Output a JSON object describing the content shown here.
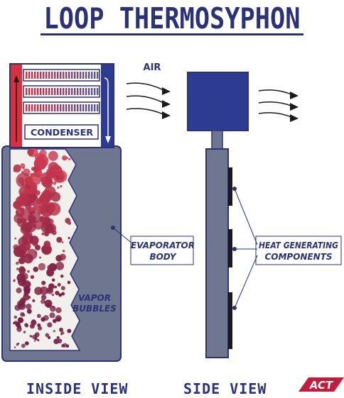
{
  "title": "LOOP THERMOSYPHON",
  "labels": {
    "air": "AIR",
    "condenser": "CONDENSER",
    "evaporator_line1": "EVAPORATOR",
    "evaporator_line2": "BODY",
    "vapor_line1": "VAPOR",
    "vapor_line2": "BUBBLES",
    "heat_line1": "HEAT GENERATING",
    "heat_line2": "COMPONENTS",
    "inside_view": "INSIDE VIEW",
    "side_view": "SIDE VIEW"
  },
  "logo": {
    "text": "ACT"
  },
  "colors": {
    "navy": "#2b3278",
    "evaporator_gray": "#6e7690",
    "inner_slab": "#f2f0ec",
    "hot_red": "#d9303e",
    "cool_blue": "#2d3c90",
    "bubble_dark": "#7a2140",
    "bubble_pink": "#c2396a",
    "logo_red": "#c61a3a"
  }
}
